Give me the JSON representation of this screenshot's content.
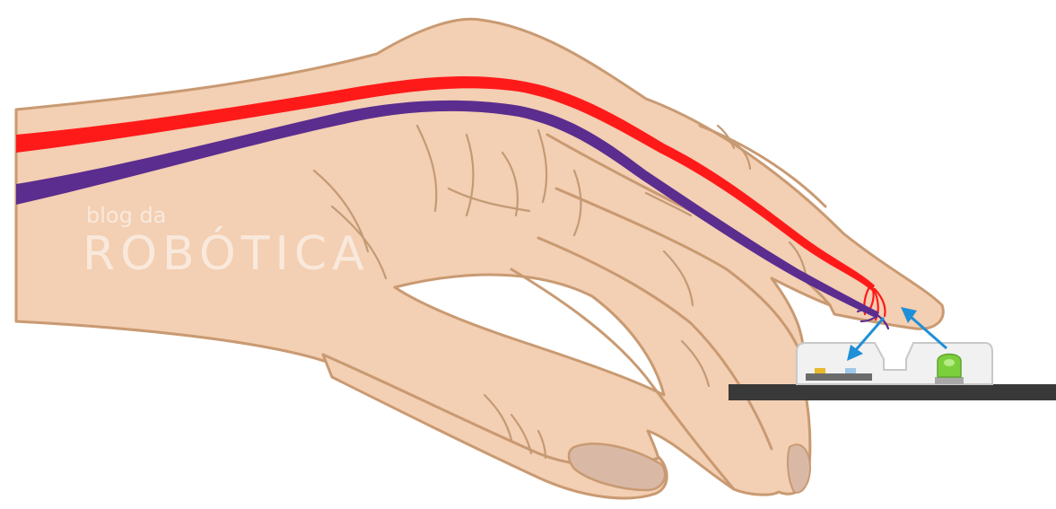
{
  "watermark": {
    "small_text": "blog da",
    "large_text": "ROBÓTICA"
  },
  "colors": {
    "skin": "#f3cfb3",
    "skin_outline": "#c99a72",
    "skin_crease": "#c49a76",
    "nail": "#d9b9a6",
    "artery": "#ff1a1a",
    "vein": "#5b2d8e",
    "arrow": "#1f8fd6",
    "board": "#393939",
    "sensor_housing": "#f1f1f1",
    "sensor_outline": "#c8c8c8",
    "led": "#7ccf3c",
    "background": "#ffffff"
  },
  "icons": [
    "blood-vessel-red",
    "blood-vessel-purple",
    "arrow-to-sensor",
    "arrow-to-finger",
    "green-led",
    "light-sensor"
  ]
}
